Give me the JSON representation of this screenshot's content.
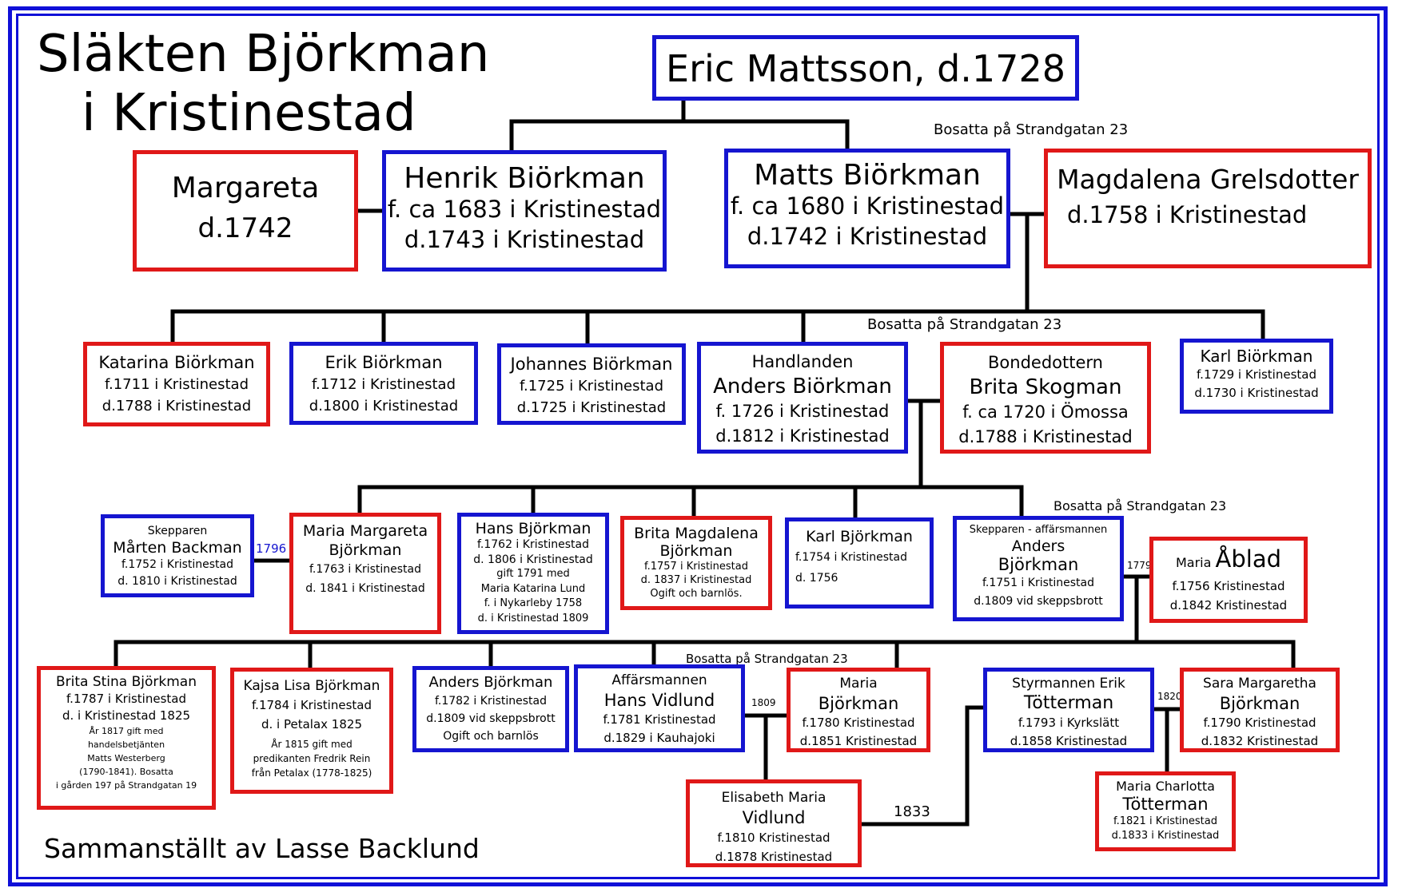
{
  "title": {
    "line1": "Släkten Björkman",
    "line2": "i Kristinestad"
  },
  "credit": "Sammanställt av Lasse Backlund",
  "notes": {
    "residence": "Bosatta på Strandgatan 23"
  },
  "years": {
    "y1796": "1796",
    "y1779": "1779",
    "y1809": "1809",
    "y1820": "1820",
    "y1833": "1833"
  },
  "colors": {
    "male_border": "#1515d0",
    "female_border": "#e01818",
    "frame": "#1010d8"
  },
  "people": {
    "eric": {
      "l1": "Eric Mattsson, d.1728"
    },
    "margareta": {
      "l1": "Margareta",
      "l2": "d.1742"
    },
    "henrik": {
      "l1": "Henrik Biörkman",
      "l2": "f. ca 1683 i Kristinestad",
      "l3": "d.1743 i Kristinestad"
    },
    "matts": {
      "l1": "Matts Biörkman",
      "l2": "f. ca 1680 i Kristinestad",
      "l3": "d.1742 i Kristinestad"
    },
    "magdalena": {
      "l1": "Magdalena Grelsdotter",
      "l2": "d.1758 i Kristinestad"
    },
    "katarina": {
      "l1": "Katarina Biörkman",
      "l2": "f.1711 i Kristinestad",
      "l3": "d.1788 i Kristinestad"
    },
    "erik": {
      "l1": "Erik Biörkman",
      "l2": "f.1712 i Kristinestad",
      "l3": "d.1800 i Kristinestad"
    },
    "johannes": {
      "l1": "Johannes Biörkman",
      "l2": "f.1725 i Kristinestad",
      "l3": "d.1725 i Kristinestad"
    },
    "anders1": {
      "l1": "Handlanden",
      "l2": "Anders Biörkman",
      "l3": "f. 1726 i Kristinestad",
      "l4": "d.1812 i Kristinestad"
    },
    "brita": {
      "l1": "Bondedottern",
      "l2": "Brita Skogman",
      "l3": "f. ca 1720 i Ömossa",
      "l4": "d.1788 i Kristinestad"
    },
    "karl1": {
      "l1": "Karl Biörkman",
      "l2": "f.1729 i Kristinestad",
      "l3": "d.1730 i Kristinestad"
    },
    "marten": {
      "l1": "Skepparen",
      "l2": "Mårten Backman",
      "l3": "f.1752 i Kristinestad",
      "l4": "d. 1810 i Kristinestad"
    },
    "mariam": {
      "l1": "Maria Margareta",
      "l2": "Björkman",
      "l3": "f.1763 i Kristinestad",
      "l4": "d. 1841 i Kristinestad"
    },
    "hans": {
      "l1": "Hans Björkman",
      "l2": "f.1762 i Kristinestad",
      "l3": "d. 1806 i Kristinestad",
      "l4": "gift 1791 med",
      "l5": "Maria Katarina Lund",
      "l6": "f. i Nykarleby 1758",
      "l7": "d. i Kristinestad 1809"
    },
    "britam": {
      "l1": "Brita Magdalena",
      "l2": "Björkman",
      "l3": "f.1757 i Kristinestad",
      "l4": "d. 1837 i Kristinestad",
      "l5": "Ogift och barnlös."
    },
    "karl2": {
      "l1": "Karl Björkman",
      "l2": "f.1754 i Kristinestad",
      "l3": "d. 1756"
    },
    "anders2": {
      "l1": "Skepparen - affärsmannen",
      "l2": "Anders",
      "l3": "Björkman",
      "l4": "f.1751 i Kristinestad",
      "l5": "d.1809 vid skeppsbrott"
    },
    "mariaa": {
      "l1a": "Maria ",
      "l1b": "Åblad",
      "l2": "f.1756 Kristinestad",
      "l3": "d.1842 Kristinestad"
    },
    "britas": {
      "l1": "Brita Stina Björkman",
      "l2": "f.1787 i Kristinestad",
      "l3": "d. i Kristinestad 1825",
      "l4": "År 1817 gift med",
      "l5": "handelsbetjänten",
      "l6": "Matts Westerberg",
      "l7": "(1790-1841). Bosatta",
      "l8": "i gården 197 på Strandgatan 19"
    },
    "kajsa": {
      "l1": "Kajsa Lisa Björkman",
      "l2": "f.1784 i Kristinestad",
      "l3": "d. i Petalax 1825",
      "l4": "År 1815 gift med",
      "l5": "predikanten Fredrik Rein",
      "l6": "från Petalax (1778-1825)"
    },
    "anders3": {
      "l1": "Anders Björkman",
      "l2": "f.1782 i Kristinestad",
      "l3": "d.1809 vid skeppsbrott",
      "l4": "Ogift och barnlös"
    },
    "hansv": {
      "l1": "Affärsmannen",
      "l2": "Hans Vidlund",
      "l3": "f.1781 Kristinestad",
      "l4": "d.1829 i Kauhajoki"
    },
    "mariab": {
      "l1": "Maria",
      "l2": "Björkman",
      "l3": "f.1780 Kristinestad",
      "l4": "d.1851 Kristinestad"
    },
    "eriktot": {
      "l1": "Styrmannen Erik",
      "l2": "Tötterman",
      "l3": "f.1793 i Kyrkslätt",
      "l4": "d.1858 Kristinestad"
    },
    "sara": {
      "l1": "Sara Margaretha",
      "l2": "Björkman",
      "l3": "f.1790 Kristinestad",
      "l4": "d.1832 Kristinestad"
    },
    "elisabeth": {
      "l1": "Elisabeth Maria",
      "l2": "Vidlund",
      "l3": "f.1810 Kristinestad",
      "l4": "d.1878 Kristinestad"
    },
    "mariac": {
      "l1": "Maria Charlotta",
      "l2": "Tötterman",
      "l3": "f.1821 i Kristinestad",
      "l4": "d.1833 i Kristinestad"
    }
  }
}
